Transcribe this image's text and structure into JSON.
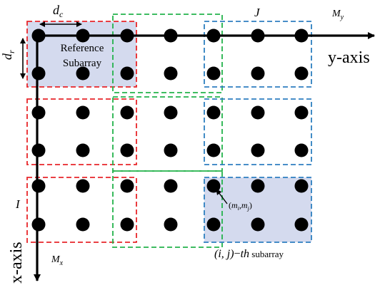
{
  "labels": {
    "dc": "d",
    "dc_sub": "c",
    "dr": "d",
    "dr_sub": "r",
    "J": "J",
    "My": "M",
    "My_sub": "y",
    "y_axis": "y-axis",
    "reference_line1": "Reference",
    "reference_line2": "Subarray",
    "I": "I",
    "x_axis": "x-axis",
    "Mx": "M",
    "Mx_sub": "x",
    "element_open": "(",
    "element_m": "m",
    "element_i": "i",
    "element_comma": ",",
    "element_j": "j",
    "element_close": ")",
    "subarray_prefix": "(i, j)",
    "subarray_minus": "−",
    "subarray_th": "th",
    "subarray_word": " subarray"
  },
  "colors": {
    "red": "#e8262a",
    "green": "#23b24b",
    "blue": "#2e7fc0",
    "shade": "#d4daee",
    "dot": "#000000"
  },
  "grid": {
    "rows": 6,
    "cols": 7
  }
}
